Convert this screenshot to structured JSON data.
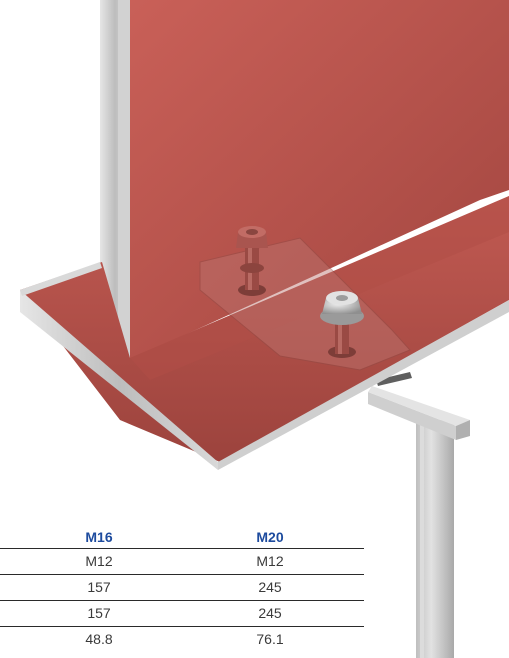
{
  "table": {
    "columns": [
      "M16",
      "M20"
    ],
    "rows": [
      [
        "M12",
        "M12"
      ],
      [
        "157",
        "245"
      ],
      [
        "157",
        "245"
      ],
      [
        "48.8",
        "76.1"
      ]
    ]
  },
  "colors": {
    "beam_red": "#b5534c",
    "header_blue": "#1d4b9e",
    "galvanized": "#c9c9c9"
  }
}
